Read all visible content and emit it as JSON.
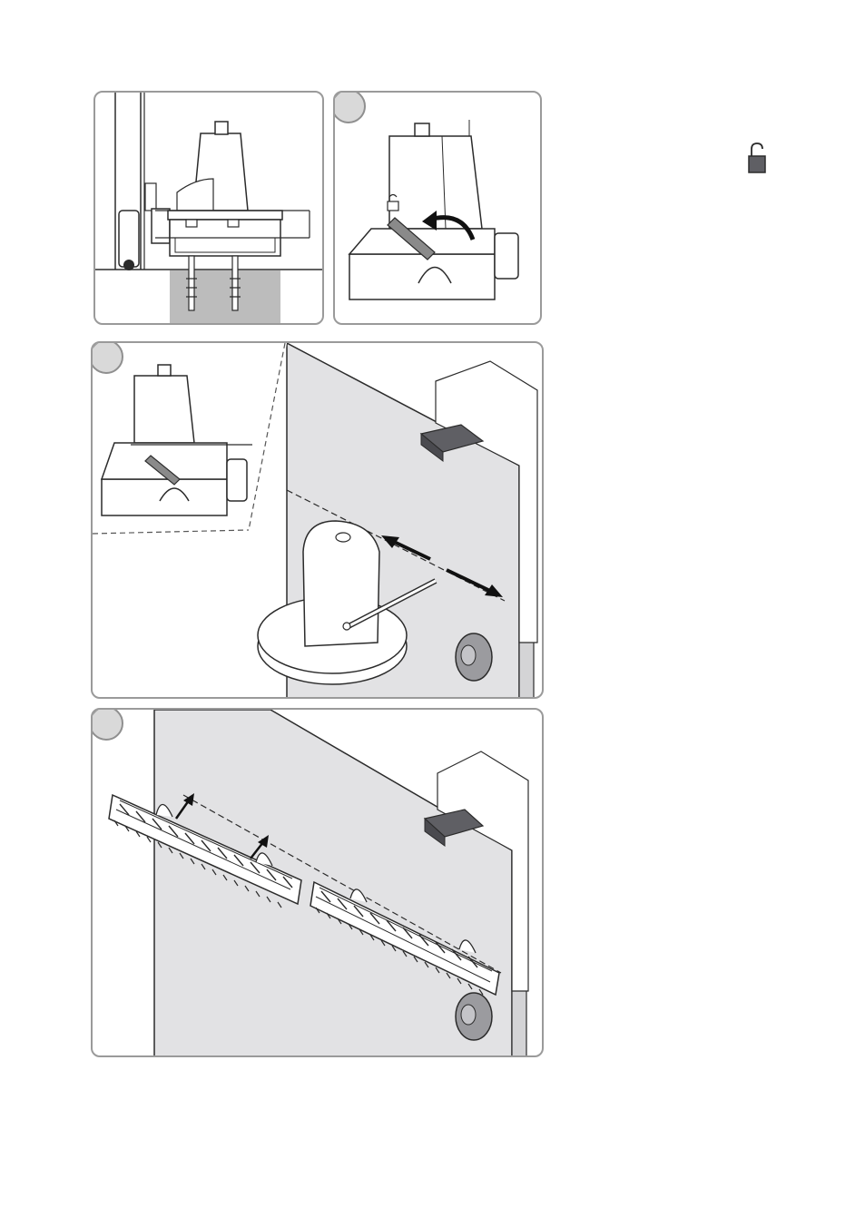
{
  "document": {
    "type": "installation-instructions-figure-page",
    "panels": [
      {
        "id": "a",
        "illustration": "motor-mounted-on-anchored-base-side-view",
        "step_badge": false
      },
      {
        "id": "b",
        "illustration": "motor-release-lever-unlock-arrow",
        "step_badge": true
      },
      {
        "id": "c",
        "illustration": "motor-alignment-with-gate-pencil-marking",
        "step_badge": true
      },
      {
        "id": "d",
        "illustration": "rack-sections-fixed-to-gate",
        "step_badge": true
      }
    ],
    "legend": {
      "icon": "unlock-icon"
    }
  },
  "colors": {
    "line": "#2b2b2b",
    "panel_border": "#9a9a9a",
    "gate_fill": "#e2e2e4",
    "dark_part": "#5f5f64",
    "badge_fill": "#d9d9d9",
    "ground_block": "#bcbcbc"
  }
}
